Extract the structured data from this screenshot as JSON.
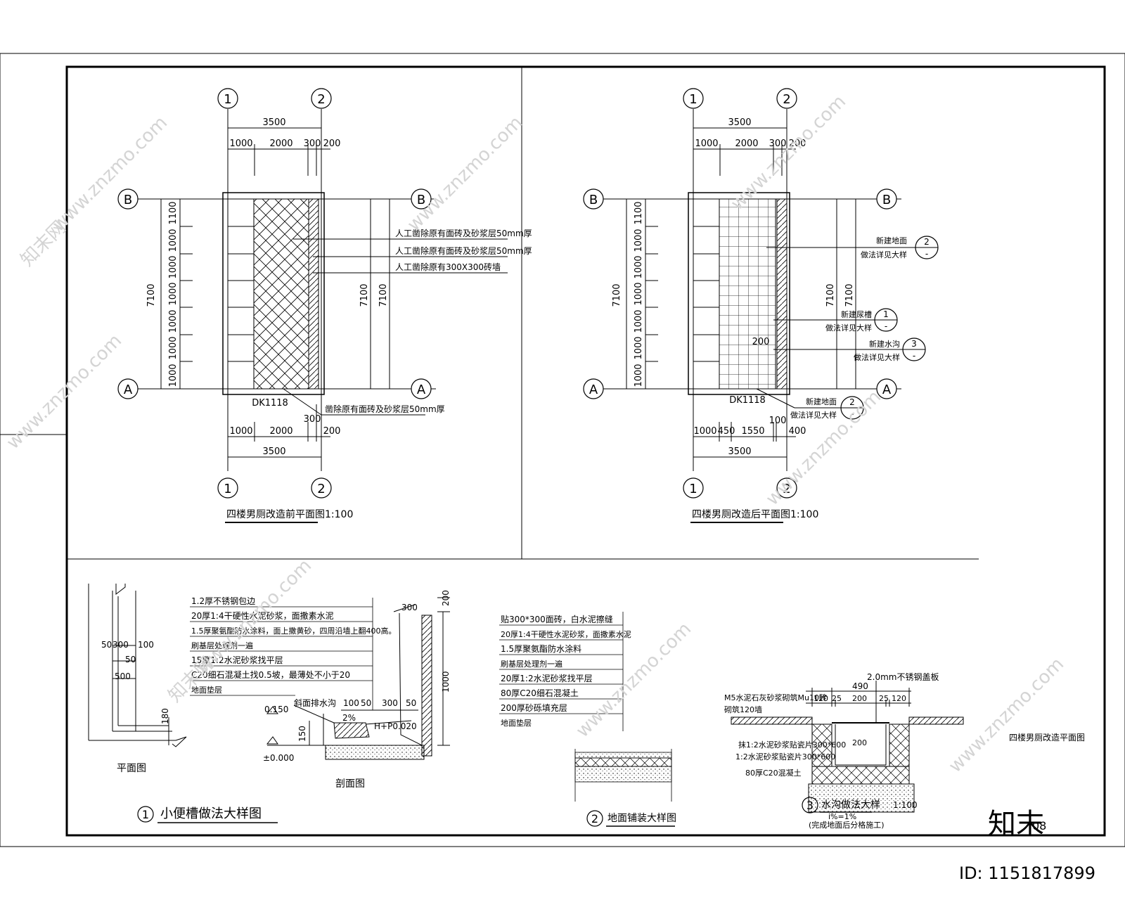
{
  "watermark": {
    "site": "www.znzmo.com",
    "brand": "知末网",
    "logo": "知末",
    "id": "ID: 1151817899"
  },
  "before_plan": {
    "title": "四楼男厕改造前平面图",
    "scale": "1:100",
    "axis_1": "1",
    "axis_2": "2",
    "axis_a": "A",
    "axis_b": "B",
    "dim_total_top": "3500",
    "dim_total_bottom": "3500",
    "dim_top": [
      "1000",
      "2000",
      "300",
      "200"
    ],
    "dim_bottom": [
      "1000",
      "2000",
      "200"
    ],
    "dim_300": "300",
    "dim_left_total": "7100",
    "dim_left": [
      "1100",
      "1000",
      "1000",
      "1000",
      "1000",
      "1000",
      "1000"
    ],
    "dim_right": [
      "7100",
      "7100"
    ],
    "door": "DK1118",
    "notes": [
      "人工凿除原有面砖及砂浆层50mm厚",
      "人工凿除原有面砖及砂浆层50mm厚",
      "人工凿除原有300X300砖墙"
    ],
    "note_bottom": "凿除原有面砖及砂浆层50mm厚"
  },
  "after_plan": {
    "title": "四楼男厕改造后平面图",
    "scale": "1:100",
    "axis_1": "1",
    "axis_2": "2",
    "axis_a": "A",
    "axis_b": "B",
    "dim_total_top": "3500",
    "dim_total_bottom": "3500",
    "dim_top": [
      "1000",
      "2000",
      "300",
      "200"
    ],
    "dim_bottom": [
      "1000",
      "450",
      "1550",
      "100",
      "400"
    ],
    "dim_200": "200",
    "dim_left_total": "7100",
    "dim_left": [
      "1100",
      "1000",
      "1000",
      "1000",
      "1000",
      "1000",
      "1000"
    ],
    "dim_right": [
      "7100",
      "7100"
    ],
    "door": "DK1118",
    "callouts": [
      {
        "line1": "新建地面",
        "line2": "做法详见大样",
        "num": "2",
        "den": "-"
      },
      {
        "line1": "新建尿槽",
        "line2": "做法详见大样",
        "num": "1",
        "den": "-"
      },
      {
        "line1": "新建水沟",
        "line2": "做法详见大样",
        "num": "3",
        "den": "-"
      },
      {
        "line1": "新建地面",
        "line2": "做法详见大样",
        "num": "2",
        "den": "-"
      }
    ]
  },
  "detail1": {
    "num": "1",
    "title": "小便槽做法大样图",
    "plan_label": "平面图",
    "section_label": "剖面图",
    "plan_dims": [
      "50",
      "300",
      "100",
      "50",
      "500",
      "180"
    ],
    "layers": [
      "1.2厚不锈钢包边",
      "20厚1:4干硬性水泥砂浆，面撒素水泥",
      "1.5厚聚氨酯防水涂料，面上撒黄砂，四周沿墙上翻400高。",
      "刷基层处理剂一遍",
      "15厚1:2水泥砂浆找平层",
      "C20细石混凝土找0.5坡，最薄处不小于20",
      "地面垫层"
    ],
    "sec_dims": [
      "300",
      "200",
      "1000",
      "100",
      "50",
      "300",
      "50",
      "150"
    ],
    "slope": "2%",
    "drain": "斜面排水沟",
    "lv1": "0.150",
    "lv2": "±0.000",
    "lv3": "H+P0.020"
  },
  "detail2": {
    "num": "2",
    "title": "地面铺装大样图",
    "layers": [
      "贴300*300面砖，白水泥擦缝",
      "20厚1:4干硬性水泥砂浆，面撒素水泥",
      "1.5厚聚氨酯防水涂料",
      "刷基层处理剂一遍",
      "20厚1:2水泥砂浆找平层",
      "80厚C20细石混凝土",
      "200厚砂砾填充层",
      "地面垫层"
    ]
  },
  "detail3": {
    "num": "3",
    "title": "水沟做法大样",
    "scale": "1:100",
    "top_note": "2.0mm不锈钢盖板",
    "dims": [
      "490",
      "120",
      "25",
      "200",
      "25",
      "120"
    ],
    "depth": "200",
    "notes": [
      "M5水泥石灰砂浆砌筑Mu10砖",
      "砌筑120墙",
      "抹1:2水泥砂浆贴瓷片300*600",
      "1:2水泥砂浆贴瓷片300*600",
      "80厚C20混凝土"
    ],
    "sub1": "i%=1%",
    "sub2": "(完成地面后分格施工)"
  },
  "side_title": "四楼男厕改造平面图",
  "sheet_no": "08"
}
